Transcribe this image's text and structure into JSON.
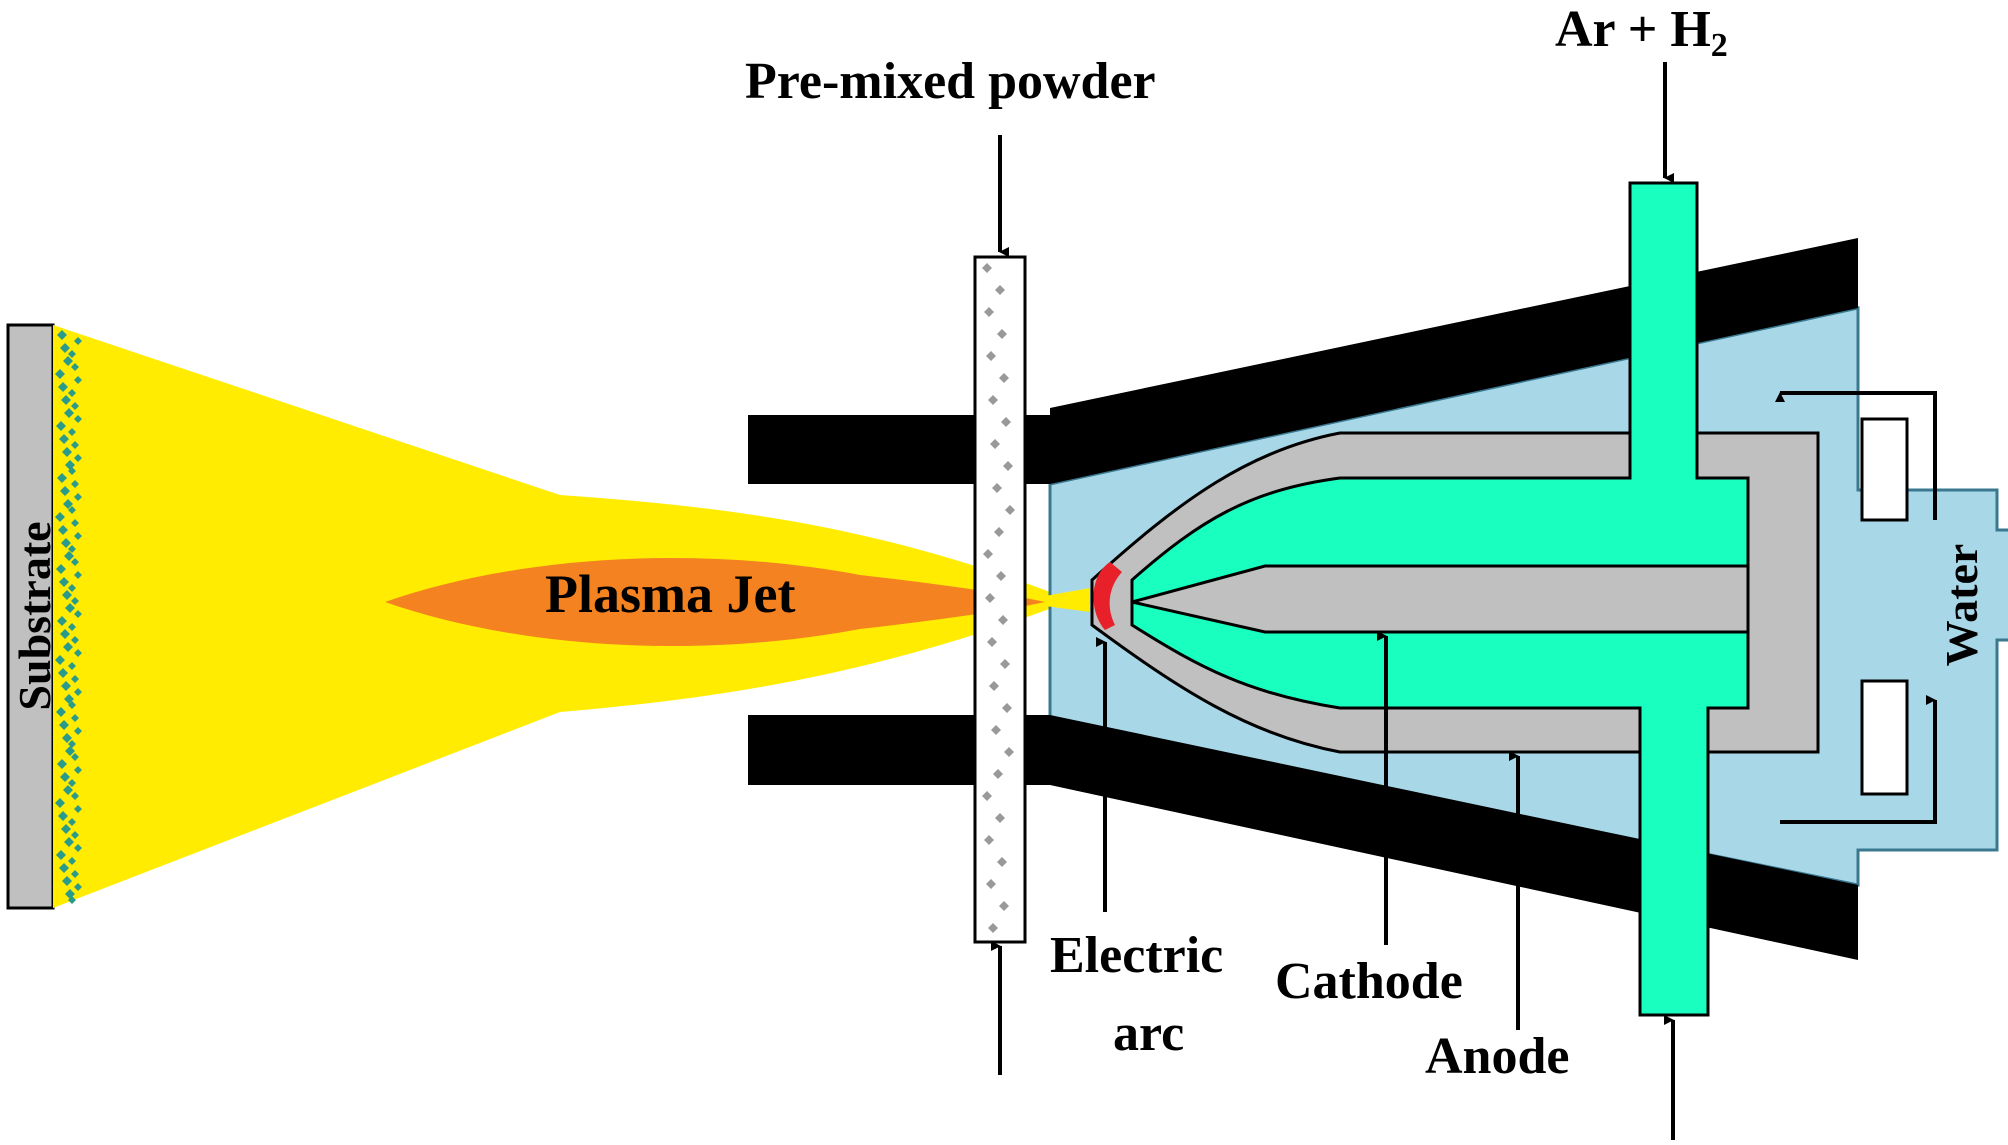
{
  "labels": {
    "premixed_powder": "Pre-mixed powder",
    "gas_main": "Ar + H",
    "gas_sub": "2",
    "substrate": "Substrate",
    "plasma_jet": "Plasma Jet",
    "water": "Water",
    "electric": "Electric",
    "arc": "arc",
    "cathode": "Cathode",
    "anode": "Anode"
  },
  "colors": {
    "plasma_outer": "#ffec00",
    "plasma_core": "#f58220",
    "coolant": "#a8d8e8",
    "gas_channel": "#19ffc0",
    "electrode": "#c0c0c0",
    "housing": "#000000",
    "arc": "#e8202a",
    "particle": "#2a9a8a"
  }
}
